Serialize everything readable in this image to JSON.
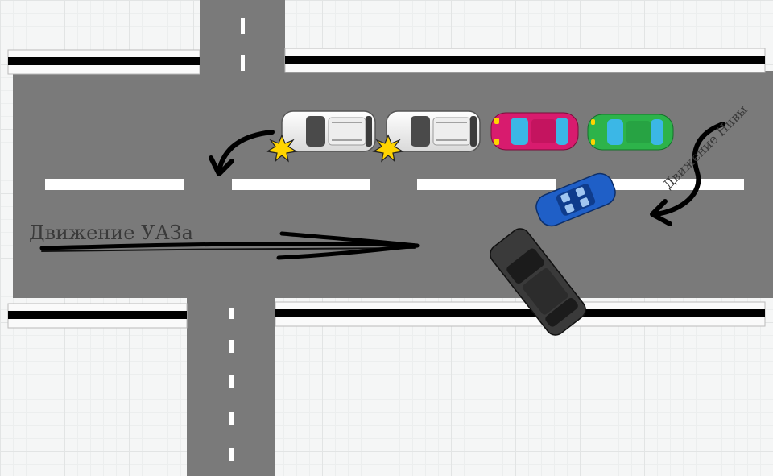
{
  "labels": {
    "uaz_movement": "Движение УАЗа",
    "niva_movement": "Движение Нивы"
  },
  "colors": {
    "road": "#7a7a7a",
    "lane_marking": "#ffffff",
    "curb_stripe": "#000000",
    "car_white": "#f2f2f2",
    "car_magenta": "#d81b6e",
    "car_green": "#2db34a",
    "car_blue": "#1f5fc7",
    "car_dark": "#3a3a3a",
    "collision_star": "#ffd400"
  },
  "vehicles": [
    {
      "name": "white-suv-1",
      "color": "white",
      "role": "collided"
    },
    {
      "name": "white-suv-2",
      "color": "white",
      "role": "collided"
    },
    {
      "name": "magenta-car",
      "color": "magenta",
      "role": "parked"
    },
    {
      "name": "green-car",
      "color": "green",
      "role": "parked"
    },
    {
      "name": "blue-convertible",
      "color": "blue",
      "role": "niva"
    },
    {
      "name": "dark-suv",
      "color": "dark",
      "role": "turning"
    }
  ],
  "icons": {
    "collision": "collision-star-icon",
    "arrow_curved": "curved-arrow-icon",
    "arrow_straight": "straight-arrow-icon"
  }
}
